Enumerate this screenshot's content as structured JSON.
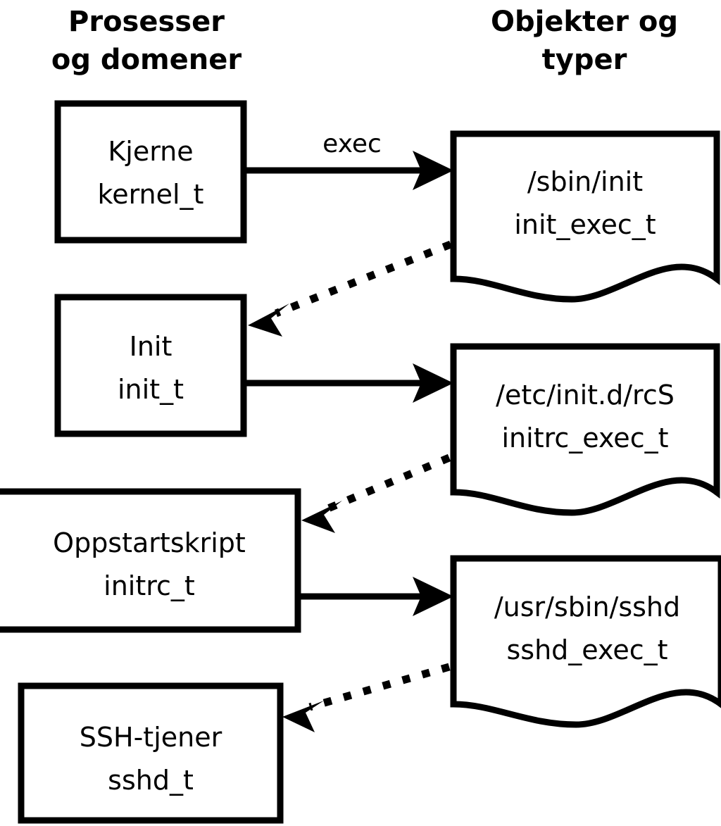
{
  "diagram": {
    "title_columns": [
      {
        "id": "processes",
        "line1": "Prosesser",
        "line2": "og domener"
      },
      {
        "id": "objects",
        "line1": "Objekter og",
        "line2": "typer"
      }
    ],
    "colors": {
      "stroke": "#000000",
      "fill": "#ffffff",
      "text": "#000000"
    },
    "process_nodes": [
      {
        "id": "kernel",
        "line1": "Kjerne",
        "line2": "kernel_t"
      },
      {
        "id": "init",
        "line1": "Init",
        "line2": "init_t"
      },
      {
        "id": "initrc",
        "line1": "Oppstartskript",
        "line2": "initrc_t"
      },
      {
        "id": "sshd",
        "line1": "SSH-tjener",
        "line2": "sshd_t"
      }
    ],
    "object_nodes": [
      {
        "id": "sbin-init",
        "line1": "/sbin/init",
        "line2": "init_exec_t"
      },
      {
        "id": "etc-initd-rcs",
        "line1": "/etc/init.d/rcS",
        "line2": "initrc_exec_t"
      },
      {
        "id": "usr-sbin-sshd",
        "line1": "/usr/sbin/sshd",
        "line2": "sshd_exec_t"
      }
    ],
    "edges": [
      {
        "id": "kernel-exec-sbininit",
        "label": "exec",
        "style": "solid",
        "from": "kernel",
        "to": "sbin-init"
      },
      {
        "id": "sbininit-transition-init",
        "label": "",
        "style": "dotted",
        "from": "sbin-init",
        "to": "init"
      },
      {
        "id": "init-exec-rcs",
        "label": "",
        "style": "solid",
        "from": "init",
        "to": "etc-initd-rcs"
      },
      {
        "id": "rcs-transition-initrc",
        "label": "",
        "style": "dotted",
        "from": "etc-initd-rcs",
        "to": "initrc"
      },
      {
        "id": "initrc-exec-sshd",
        "label": "",
        "style": "solid",
        "from": "initrc",
        "to": "usr-sbin-sshd"
      },
      {
        "id": "sshdexec-transition-sshd",
        "label": "",
        "style": "dotted",
        "from": "usr-sbin-sshd",
        "to": "sshd"
      }
    ]
  }
}
